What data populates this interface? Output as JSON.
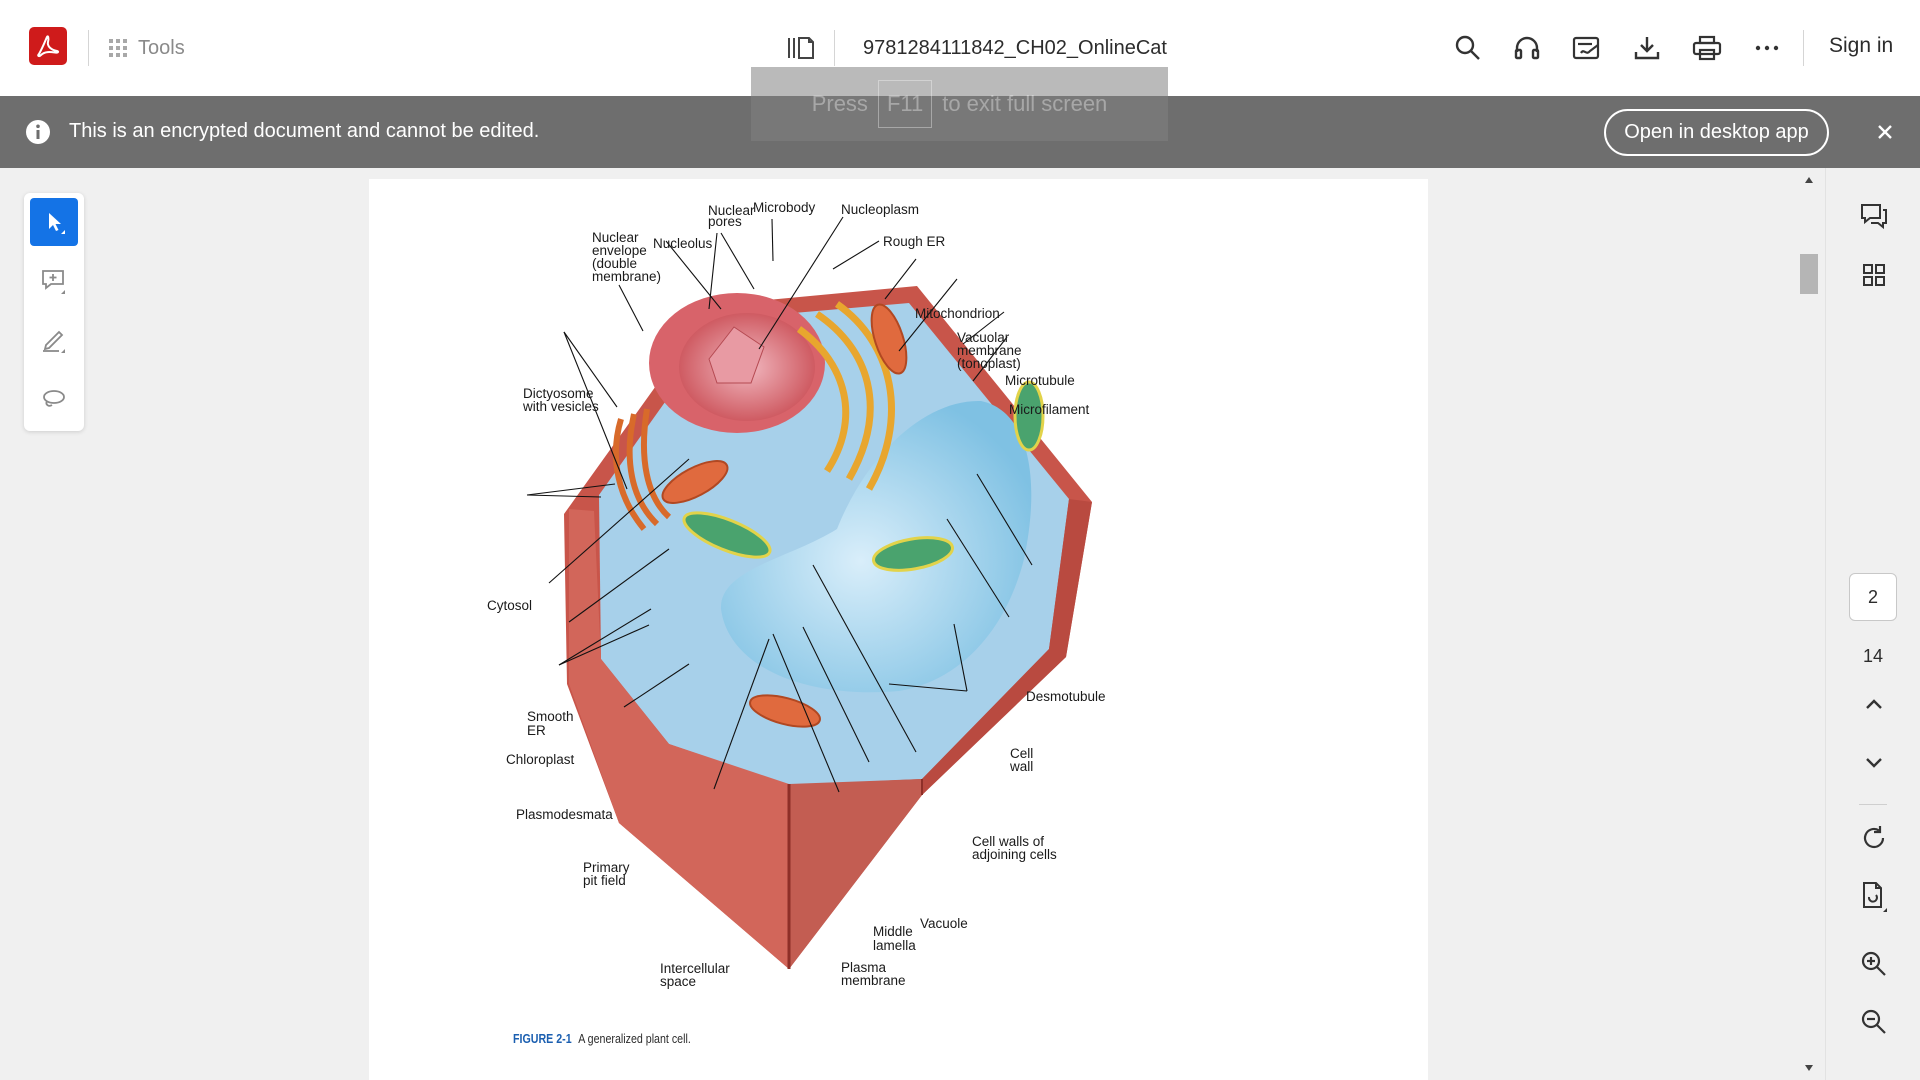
{
  "toolbar": {
    "tools_label": "Tools",
    "filename": "9781284111842_CH02_OnlineCat",
    "sign_in_label": "Sign in",
    "icons": [
      "search-icon",
      "read-aloud-icon",
      "fill-sign-icon",
      "download-icon",
      "print-icon",
      "more-icon"
    ]
  },
  "banner": {
    "message": "This is an encrypted document and cannot be edited.",
    "open_button_label": "Open in desktop app"
  },
  "fullscreen_toast": {
    "press": "Press",
    "key": "F11",
    "rest": "to exit full screen"
  },
  "left_tools": [
    "select-tool-icon",
    "add-comment-icon",
    "draw-icon",
    "lasso-icon"
  ],
  "figure": {
    "caption_label": "FIGURE 2-1",
    "caption_text": "A generalized plant cell.",
    "labels": {
      "nuclear_pores": [
        "Nuclear",
        "pores"
      ],
      "microbody": "Microbody",
      "nucleoplasm": "Nucleoplasm",
      "nuclear_envelope": [
        "Nuclear",
        "envelope",
        "(double",
        "membrane)"
      ],
      "nucleolus": "Nucleolus",
      "rough_er": "Rough ER",
      "mitochondrion": "Mitochondrion",
      "vacuolar_membrane": [
        "Vacuolar",
        "membrane",
        "(tonoplast)"
      ],
      "microtubule": "Microtubule",
      "microfilament": "Microfilament",
      "dictyosome": [
        "Dictyosome",
        "with vesicles"
      ],
      "cytosol": "Cytosol",
      "smooth_er": [
        "Smooth",
        "ER"
      ],
      "chloroplast": "Chloroplast",
      "plasmodesmata": "Plasmodesmata",
      "primary_pit_field": [
        "Primary",
        "pit field"
      ],
      "intercellular_space": [
        "Intercellular",
        "space"
      ],
      "plasma_membrane": [
        "Plasma",
        "membrane"
      ],
      "middle_lamella": [
        "Middle",
        "lamella"
      ],
      "vacuole": "Vacuole",
      "cell_walls_adjoining": [
        "Cell walls of",
        "adjoining cells"
      ],
      "cell_wall": [
        "Cell",
        "wall"
      ],
      "desmotubule": "Desmotubule"
    }
  },
  "right_rail": {
    "current_page": "2",
    "total_pages": "14"
  }
}
